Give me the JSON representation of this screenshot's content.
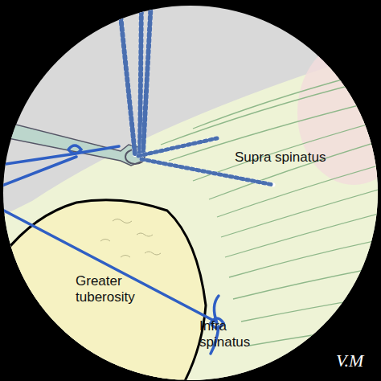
{
  "diagram": {
    "labels": [
      "Supra spinatus",
      "Greater tuberosity",
      "Infra spinatus",
      "V.M"
    ]
  }
}
